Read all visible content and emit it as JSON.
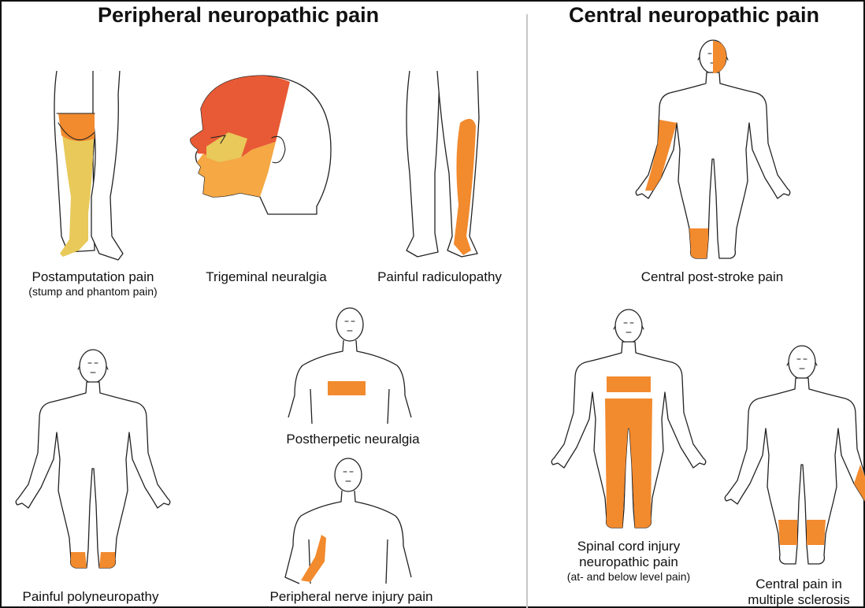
{
  "headings": {
    "peripheral": "Peripheral neuropathic pain",
    "central": "Central neuropathic pain"
  },
  "colors": {
    "severe": "#f28a2e",
    "medium": "#f5a843",
    "mild": "#e8c95a",
    "face_top": "#e85a35",
    "outline": "#222222"
  },
  "peripheral": [
    {
      "title": "Postamputation pain",
      "subtitle": "(stump and phantom pain)"
    },
    {
      "title": "Trigeminal neuralgia",
      "subtitle": ""
    },
    {
      "title": "Painful radiculopathy",
      "subtitle": ""
    },
    {
      "title": "Postherpetic neuralgia",
      "subtitle": ""
    },
    {
      "title": "Painful polyneuropathy",
      "subtitle": ""
    },
    {
      "title": "Peripheral nerve injury pain",
      "subtitle": ""
    }
  ],
  "central": [
    {
      "title": "Central post-stroke pain",
      "subtitle": ""
    },
    {
      "title": "Spinal cord injury",
      "title2": "neuropathic pain",
      "subtitle": "(at- and below level pain)"
    },
    {
      "title": "Central pain in",
      "title2": "multiple sclerosis",
      "subtitle": ""
    }
  ]
}
